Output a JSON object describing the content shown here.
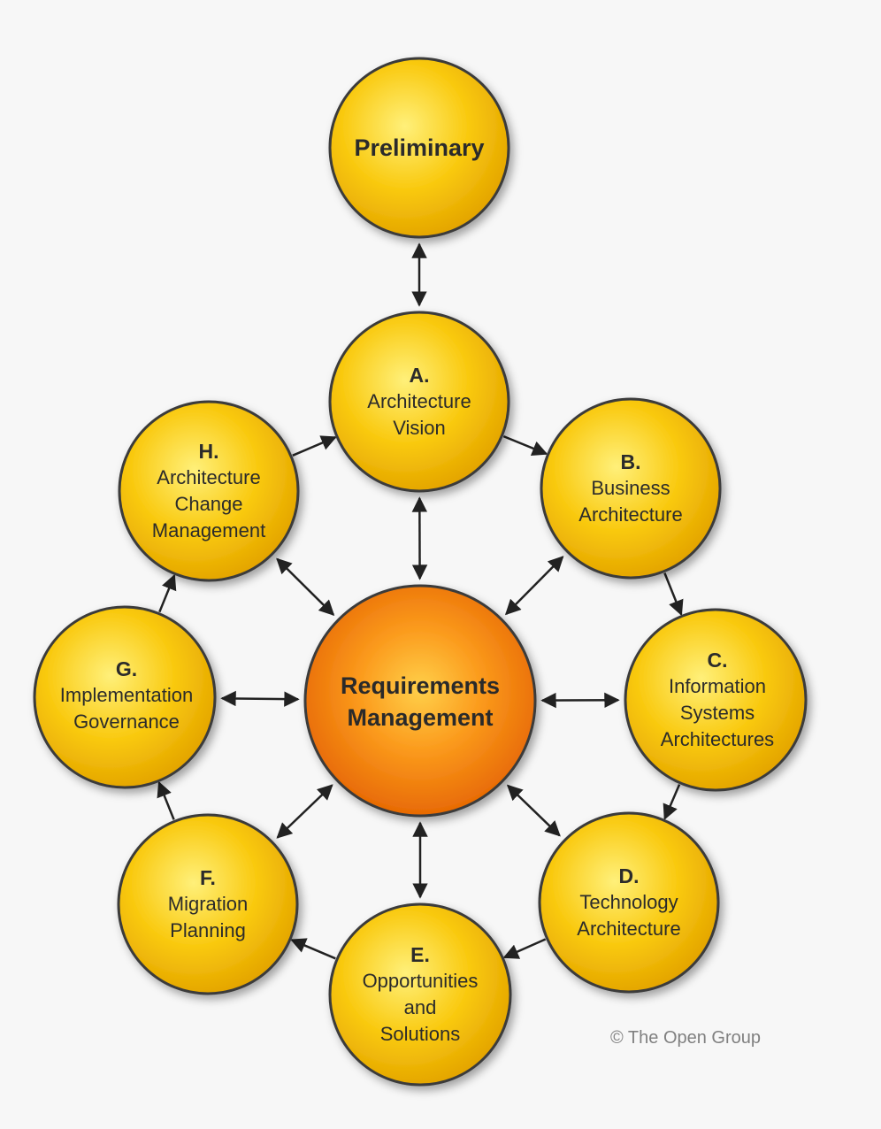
{
  "diagram": {
    "nodes": [
      {
        "id": "preliminary",
        "code": "",
        "lines": [
          "Preliminary"
        ]
      },
      {
        "id": "a",
        "code": "A.",
        "lines": [
          "Architecture",
          "Vision"
        ]
      },
      {
        "id": "b",
        "code": "B.",
        "lines": [
          "Business",
          "Architecture"
        ]
      },
      {
        "id": "c",
        "code": "C.",
        "lines": [
          "Information",
          "Systems",
          "Architectures"
        ]
      },
      {
        "id": "d",
        "code": "D.",
        "lines": [
          "Technology",
          "Architecture"
        ]
      },
      {
        "id": "e",
        "code": "E.",
        "lines": [
          "Opportunities",
          "and",
          "Solutions"
        ]
      },
      {
        "id": "f",
        "code": "F.",
        "lines": [
          "Migration",
          "Planning"
        ]
      },
      {
        "id": "g",
        "code": "G.",
        "lines": [
          "Implementation",
          "Governance"
        ]
      },
      {
        "id": "h",
        "code": "H.",
        "lines": [
          "Architecture",
          "Change",
          "Management"
        ]
      },
      {
        "id": "center",
        "code": "",
        "lines": [
          "Requirements",
          "Management"
        ]
      }
    ],
    "cycle_edges": [
      [
        "a",
        "b"
      ],
      [
        "b",
        "c"
      ],
      [
        "c",
        "d"
      ],
      [
        "d",
        "e"
      ],
      [
        "e",
        "f"
      ],
      [
        "f",
        "g"
      ],
      [
        "g",
        "h"
      ],
      [
        "h",
        "a"
      ]
    ],
    "bidirectional_edges": [
      [
        "preliminary",
        "a"
      ],
      [
        "center",
        "a"
      ],
      [
        "center",
        "b"
      ],
      [
        "center",
        "c"
      ],
      [
        "center",
        "d"
      ],
      [
        "center",
        "e"
      ],
      [
        "center",
        "f"
      ],
      [
        "center",
        "g"
      ],
      [
        "center",
        "h"
      ]
    ],
    "colors": {
      "phase_fill_light": "#ffe24a",
      "phase_fill_dark": "#e6a800",
      "center_fill_light": "#ffc23a",
      "center_fill_dark": "#ec6a00",
      "outline": "#3a3a3a",
      "arrow": "#222222"
    }
  },
  "copyright": "© The Open Group"
}
